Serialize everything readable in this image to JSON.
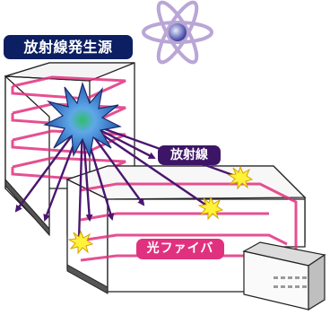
{
  "labels": {
    "source": "放射線発生源",
    "radiation": "放射線",
    "fiber": "光ファイバ"
  },
  "icons": {
    "top": "atom-icon",
    "source": "starburst-icon",
    "hits": "yellow-burst-icon",
    "building": "building-icon"
  },
  "colors": {
    "source_label_bg": "#0d1f63",
    "radiation_label_bg": "#3d1566",
    "fiber_label_bg": "#e0317e",
    "fiber": "#e0317e",
    "rays": "#4a1670",
    "starburst": "#4a8ad0",
    "burst": "#fff23a"
  }
}
